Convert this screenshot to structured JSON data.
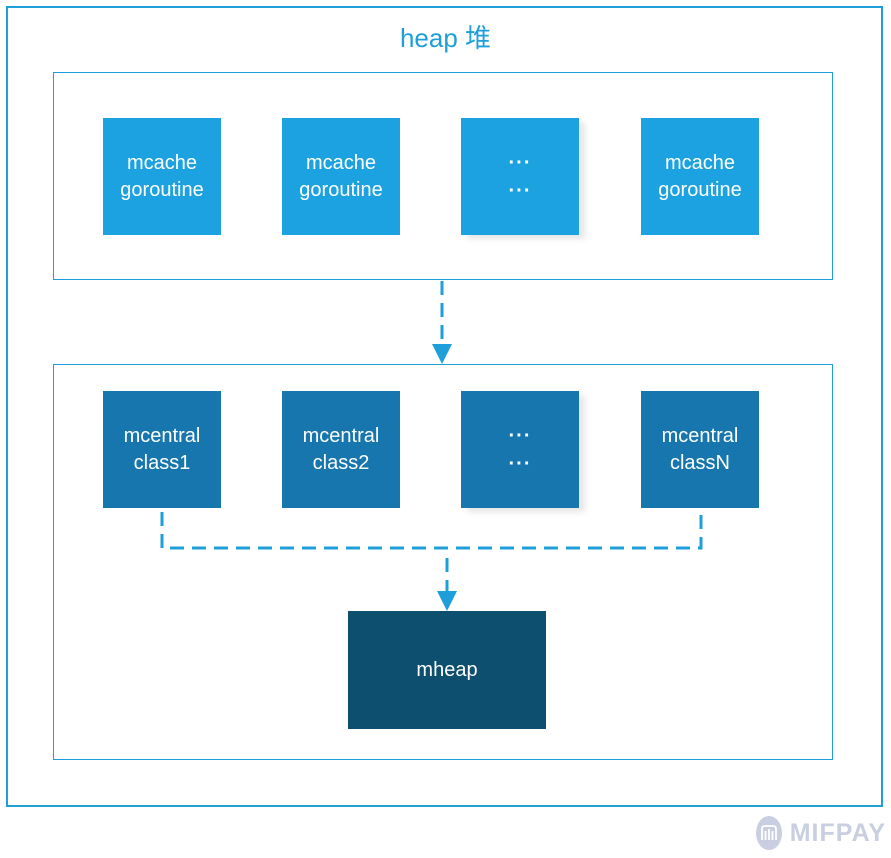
{
  "title": "heap 堆",
  "mcache_row": [
    {
      "line1": "mcache",
      "line2": "goroutine"
    },
    {
      "line1": "mcache",
      "line2": "goroutine"
    },
    {
      "line1": "···",
      "line2": "···"
    },
    {
      "line1": "mcache",
      "line2": "goroutine"
    }
  ],
  "mcentral_row": [
    {
      "line1": "mcentral",
      "line2": "class1"
    },
    {
      "line1": "mcentral",
      "line2": "class2"
    },
    {
      "line1": "···",
      "line2": "···"
    },
    {
      "line1": "mcentral",
      "line2": "classN"
    }
  ],
  "mheap": {
    "label": "mheap"
  },
  "watermark": {
    "text": "MIFPAY"
  },
  "colors": {
    "border": "#1e9fd9",
    "mcache": "#1ca2e0",
    "mcentral": "#1676ad",
    "mheap": "#0c4f6f",
    "watermark": "#c9cfe0"
  }
}
